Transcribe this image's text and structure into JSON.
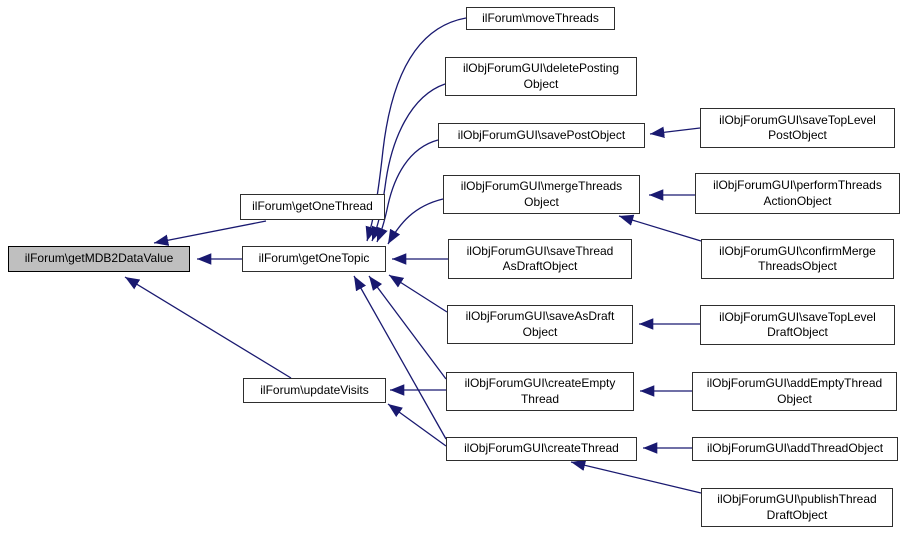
{
  "diagram": {
    "kind": "call-graph",
    "colors": {
      "edge": "#191970",
      "node_border": "#2e2e2e",
      "node_fill": "#ffffff",
      "highlight_fill": "#bfbfbf",
      "background": "#ffffff"
    },
    "nodes": [
      {
        "id": "getMDB2DataValue",
        "label": "ilForum\\getMDB2DataValue",
        "highlighted": true
      },
      {
        "id": "getOneThread",
        "label": "ilForum\\getOneThread",
        "highlighted": false
      },
      {
        "id": "getOneTopic",
        "label": "ilForum\\getOneTopic",
        "highlighted": false
      },
      {
        "id": "updateVisits",
        "label": "ilForum\\updateVisits",
        "highlighted": false
      },
      {
        "id": "moveThreads",
        "label": "ilForum\\moveThreads",
        "highlighted": false
      },
      {
        "id": "deletePostingObject",
        "label": "ilObjForumGUI\\deletePosting\nObject",
        "highlighted": false
      },
      {
        "id": "savePostObject",
        "label": "ilObjForumGUI\\savePostObject",
        "highlighted": false
      },
      {
        "id": "saveTopLevelPostObject",
        "label": "ilObjForumGUI\\saveTopLevel\nPostObject",
        "highlighted": false
      },
      {
        "id": "mergeThreadsObject",
        "label": "ilObjForumGUI\\mergeThreads\nObject",
        "highlighted": false
      },
      {
        "id": "performThreadsActionObject",
        "label": "ilObjForumGUI\\performThreads\nActionObject",
        "highlighted": false
      },
      {
        "id": "saveThreadAsDraftObject",
        "label": "ilObjForumGUI\\saveThread\nAsDraftObject",
        "highlighted": false
      },
      {
        "id": "confirmMergeThreadsObject",
        "label": "ilObjForumGUI\\confirmMerge\nThreadsObject",
        "highlighted": false
      },
      {
        "id": "saveAsDraftObject",
        "label": "ilObjForumGUI\\saveAsDraft\nObject",
        "highlighted": false
      },
      {
        "id": "saveTopLevelDraftObject",
        "label": "ilObjForumGUI\\saveTopLevel\nDraftObject",
        "highlighted": false
      },
      {
        "id": "createEmptyThread",
        "label": "ilObjForumGUI\\createEmpty\nThread",
        "highlighted": false
      },
      {
        "id": "addEmptyThreadObject",
        "label": "ilObjForumGUI\\addEmptyThread\nObject",
        "highlighted": false
      },
      {
        "id": "createThread",
        "label": "ilObjForumGUI\\createThread",
        "highlighted": false
      },
      {
        "id": "addThreadObject",
        "label": "ilObjForumGUI\\addThreadObject",
        "highlighted": false
      },
      {
        "id": "publishThreadDraftObject",
        "label": "ilObjForumGUI\\publishThread\nDraftObject",
        "highlighted": false
      }
    ],
    "edges": [
      {
        "from": "getOneThread",
        "to": "getMDB2DataValue"
      },
      {
        "from": "getOneTopic",
        "to": "getMDB2DataValue"
      },
      {
        "from": "updateVisits",
        "to": "getMDB2DataValue"
      },
      {
        "from": "moveThreads",
        "to": "getOneTopic"
      },
      {
        "from": "deletePostingObject",
        "to": "getOneTopic"
      },
      {
        "from": "savePostObject",
        "to": "getOneTopic"
      },
      {
        "from": "mergeThreadsObject",
        "to": "getOneTopic"
      },
      {
        "from": "saveThreadAsDraftObject",
        "to": "getOneTopic"
      },
      {
        "from": "saveAsDraftObject",
        "to": "getOneTopic"
      },
      {
        "from": "createEmptyThread",
        "to": "getOneTopic"
      },
      {
        "from": "createThread",
        "to": "getOneTopic"
      },
      {
        "from": "createEmptyThread",
        "to": "updateVisits"
      },
      {
        "from": "createThread",
        "to": "updateVisits"
      },
      {
        "from": "saveTopLevelPostObject",
        "to": "savePostObject"
      },
      {
        "from": "performThreadsActionObject",
        "to": "mergeThreadsObject"
      },
      {
        "from": "confirmMergeThreadsObject",
        "to": "mergeThreadsObject"
      },
      {
        "from": "saveTopLevelDraftObject",
        "to": "saveAsDraftObject"
      },
      {
        "from": "addEmptyThreadObject",
        "to": "createEmptyThread"
      },
      {
        "from": "addThreadObject",
        "to": "createThread"
      },
      {
        "from": "publishThreadDraftObject",
        "to": "createThread"
      }
    ]
  }
}
